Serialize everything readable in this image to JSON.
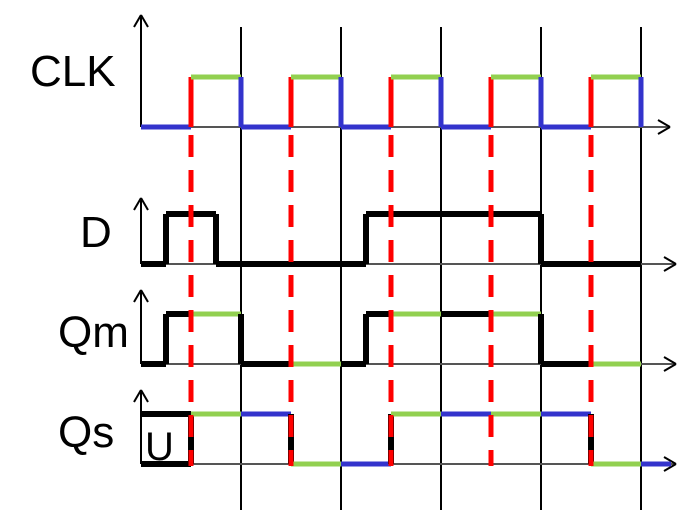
{
  "colors": {
    "high_after_rise": "#92d050",
    "falling": "#3333cc",
    "rising": "#ff0000",
    "signal": "#000000",
    "grid": "#000000"
  },
  "signals": [
    {
      "name": "CLK",
      "segments": [
        {
          "t": [
            0,
            1
          ],
          "v": [
            0,
            0
          ],
          "c": "blue"
        },
        {
          "t": [
            1,
            1
          ],
          "v": [
            0,
            1
          ],
          "c": "red"
        },
        {
          "t": [
            1,
            2
          ],
          "v": [
            1,
            1
          ],
          "c": "green"
        },
        {
          "t": [
            2,
            2
          ],
          "v": [
            1,
            0
          ],
          "c": "blue"
        },
        {
          "t": [
            2,
            3
          ],
          "v": [
            0,
            0
          ],
          "c": "blue"
        },
        {
          "t": [
            3,
            3
          ],
          "v": [
            0,
            1
          ],
          "c": "red"
        },
        {
          "t": [
            3,
            4
          ],
          "v": [
            1,
            1
          ],
          "c": "green"
        },
        {
          "t": [
            4,
            4
          ],
          "v": [
            1,
            0
          ],
          "c": "blue"
        },
        {
          "t": [
            4,
            5
          ],
          "v": [
            0,
            0
          ],
          "c": "blue"
        },
        {
          "t": [
            5,
            5
          ],
          "v": [
            0,
            1
          ],
          "c": "red"
        },
        {
          "t": [
            5,
            6
          ],
          "v": [
            1,
            1
          ],
          "c": "green"
        },
        {
          "t": [
            6,
            6
          ],
          "v": [
            1,
            0
          ],
          "c": "blue"
        },
        {
          "t": [
            6,
            7
          ],
          "v": [
            0,
            0
          ],
          "c": "blue"
        },
        {
          "t": [
            7,
            7
          ],
          "v": [
            0,
            1
          ],
          "c": "red"
        },
        {
          "t": [
            7,
            8
          ],
          "v": [
            1,
            1
          ],
          "c": "green"
        },
        {
          "t": [
            8,
            8
          ],
          "v": [
            1,
            0
          ],
          "c": "blue"
        },
        {
          "t": [
            8,
            9
          ],
          "v": [
            0,
            0
          ],
          "c": "blue"
        },
        {
          "t": [
            9,
            9
          ],
          "v": [
            0,
            1
          ],
          "c": "red"
        },
        {
          "t": [
            9,
            10
          ],
          "v": [
            1,
            1
          ],
          "c": "green"
        },
        {
          "t": [
            10,
            10
          ],
          "v": [
            1,
            0
          ],
          "c": "blue"
        }
      ]
    },
    {
      "name": "D",
      "segments": [
        {
          "t": [
            0,
            0.5
          ],
          "v": [
            0,
            0
          ],
          "c": "black"
        },
        {
          "t": [
            0.5,
            0.5
          ],
          "v": [
            0,
            1
          ],
          "c": "black"
        },
        {
          "t": [
            0.5,
            1.5
          ],
          "v": [
            1,
            1
          ],
          "c": "black"
        },
        {
          "t": [
            1.5,
            1.5
          ],
          "v": [
            1,
            0
          ],
          "c": "black"
        },
        {
          "t": [
            1.5,
            4.5
          ],
          "v": [
            0,
            0
          ],
          "c": "black"
        },
        {
          "t": [
            4.5,
            4.5
          ],
          "v": [
            0,
            1
          ],
          "c": "black"
        },
        {
          "t": [
            4.5,
            8
          ],
          "v": [
            1,
            1
          ],
          "c": "black"
        },
        {
          "t": [
            8,
            8
          ],
          "v": [
            1,
            0
          ],
          "c": "black"
        },
        {
          "t": [
            8,
            10
          ],
          "v": [
            0,
            0
          ],
          "c": "black"
        }
      ]
    },
    {
      "name": "Qm",
      "segments": [
        {
          "t": [
            0,
            0.5
          ],
          "v": [
            0,
            0
          ],
          "c": "black"
        },
        {
          "t": [
            0.5,
            0.5
          ],
          "v": [
            0,
            1
          ],
          "c": "black"
        },
        {
          "t": [
            0.5,
            1
          ],
          "v": [
            1,
            1
          ],
          "c": "black"
        },
        {
          "t": [
            1,
            2
          ],
          "v": [
            1,
            1
          ],
          "c": "green"
        },
        {
          "t": [
            2,
            2
          ],
          "v": [
            1,
            0
          ],
          "c": "black"
        },
        {
          "t": [
            2,
            3
          ],
          "v": [
            0,
            0
          ],
          "c": "black"
        },
        {
          "t": [
            3,
            4
          ],
          "v": [
            0,
            0
          ],
          "c": "green"
        },
        {
          "t": [
            4,
            4.5
          ],
          "v": [
            0,
            0
          ],
          "c": "black"
        },
        {
          "t": [
            4.5,
            4.5
          ],
          "v": [
            0,
            1
          ],
          "c": "black"
        },
        {
          "t": [
            4.5,
            5
          ],
          "v": [
            1,
            1
          ],
          "c": "black"
        },
        {
          "t": [
            5,
            6
          ],
          "v": [
            1,
            1
          ],
          "c": "green"
        },
        {
          "t": [
            6,
            7
          ],
          "v": [
            1,
            1
          ],
          "c": "black"
        },
        {
          "t": [
            7,
            8
          ],
          "v": [
            1,
            1
          ],
          "c": "green"
        },
        {
          "t": [
            8,
            8
          ],
          "v": [
            1,
            0
          ],
          "c": "black"
        },
        {
          "t": [
            8,
            9
          ],
          "v": [
            0,
            0
          ],
          "c": "black"
        },
        {
          "t": [
            9,
            10
          ],
          "v": [
            0,
            0
          ],
          "c": "green"
        }
      ]
    },
    {
      "name": "Qs",
      "undefined_label": "U",
      "segments": [
        {
          "t": [
            0,
            1
          ],
          "v": [
            1,
            1
          ],
          "c": "black"
        },
        {
          "t": [
            0,
            1
          ],
          "v": [
            0,
            0
          ],
          "c": "black"
        },
        {
          "t": [
            1,
            1
          ],
          "v": [
            0,
            1
          ],
          "c": "black"
        },
        {
          "t": [
            1,
            2
          ],
          "v": [
            1,
            1
          ],
          "c": "green"
        },
        {
          "t": [
            2,
            3
          ],
          "v": [
            1,
            1
          ],
          "c": "blue"
        },
        {
          "t": [
            3,
            3
          ],
          "v": [
            1,
            0
          ],
          "c": "black"
        },
        {
          "t": [
            3,
            4
          ],
          "v": [
            0,
            0
          ],
          "c": "green"
        },
        {
          "t": [
            4,
            5
          ],
          "v": [
            0,
            0
          ],
          "c": "blue"
        },
        {
          "t": [
            5,
            5
          ],
          "v": [
            0,
            1
          ],
          "c": "black"
        },
        {
          "t": [
            5,
            6
          ],
          "v": [
            1,
            1
          ],
          "c": "green"
        },
        {
          "t": [
            6,
            7
          ],
          "v": [
            1,
            1
          ],
          "c": "blue"
        },
        {
          "t": [
            7,
            8
          ],
          "v": [
            1,
            1
          ],
          "c": "green"
        },
        {
          "t": [
            8,
            9
          ],
          "v": [
            1,
            1
          ],
          "c": "blue"
        },
        {
          "t": [
            9,
            9
          ],
          "v": [
            1,
            0
          ],
          "c": "black"
        },
        {
          "t": [
            9,
            10
          ],
          "v": [
            0,
            0
          ],
          "c": "green"
        },
        {
          "t": [
            10,
            10.6
          ],
          "v": [
            0,
            0
          ],
          "c": "blue"
        }
      ]
    }
  ],
  "rising_edges": [
    1,
    3,
    5,
    7,
    9
  ],
  "falling_edges": [
    2,
    4,
    6,
    8,
    10
  ]
}
